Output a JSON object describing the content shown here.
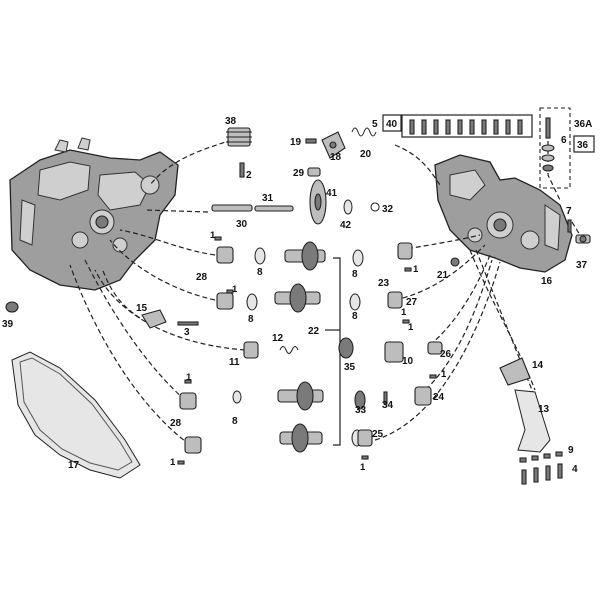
{
  "diagram": {
    "labels": [
      "1",
      "2",
      "3",
      "4",
      "5",
      "6",
      "7",
      "8",
      "9",
      "10",
      "11",
      "12",
      "13",
      "14",
      "15",
      "16",
      "17",
      "18",
      "19",
      "20",
      "21",
      "22",
      "23",
      "24",
      "25",
      "26",
      "27",
      "28",
      "29",
      "30",
      "31",
      "32",
      "33",
      "34",
      "35",
      "36",
      "36A",
      "37",
      "38",
      "39",
      "40",
      "41",
      "42"
    ]
  },
  "callouts": {
    "c38": "38",
    "c2": "2",
    "c19": "19",
    "c18": "18",
    "c5": "5",
    "c40": "40",
    "c20": "20",
    "c36a": "36A",
    "c6": "6",
    "c36": "36",
    "c29": "29",
    "c41": "41",
    "c31": "31",
    "c30": "30",
    "c42": "42",
    "c32": "32",
    "c7": "7",
    "c1a": "1",
    "c28a": "28",
    "c1b": "1",
    "c8a": "8",
    "c8b": "8",
    "c8c": "8",
    "c23": "23",
    "c1c": "1",
    "c21": "21",
    "c16": "16",
    "c37": "37",
    "c15": "15",
    "c3": "3",
    "c8d": "8",
    "c27": "27",
    "c39": "39",
    "c22": "22",
    "c12": "12",
    "c1d": "1",
    "c11": "11",
    "c35": "35",
    "c10": "10",
    "c26": "26",
    "c14": "14",
    "c1e": "1",
    "c28b": "28",
    "c8e": "8",
    "c33": "33",
    "c34": "34",
    "c24": "24",
    "c13": "13",
    "c17": "17",
    "c25": "25",
    "c1f": "1",
    "c1g": "1",
    "c9": "9",
    "c4": "4",
    "c1h": "1",
    "c1i": "1"
  }
}
